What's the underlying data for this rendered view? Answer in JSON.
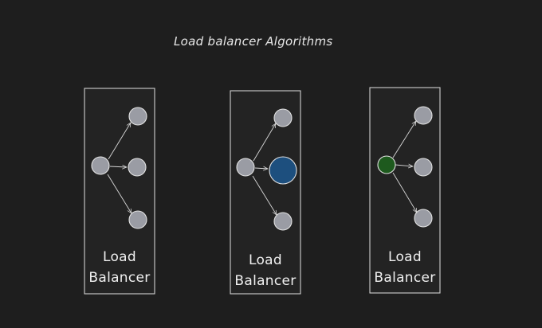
{
  "title": "Load balancer Algorithms",
  "panels": [
    {
      "label_line1": "Load",
      "label_line2": "Balancer",
      "source_node_color": "#9a9ca4",
      "target_colors": [
        "#9a9ca4",
        "#9a9ca4",
        "#9a9ca4"
      ]
    },
    {
      "label_line1": "Load",
      "label_line2": "Balancer",
      "source_node_color": "#9a9ca4",
      "target_colors": [
        "#9a9ca4",
        "#1d4f7e",
        "#9a9ca4"
      ]
    },
    {
      "label_line1": "Load",
      "label_line2": "Balancer",
      "source_node_color": "#1e5a1e",
      "target_colors": [
        "#9a9ca4",
        "#9a9ca4",
        "#9a9ca4"
      ]
    }
  ]
}
